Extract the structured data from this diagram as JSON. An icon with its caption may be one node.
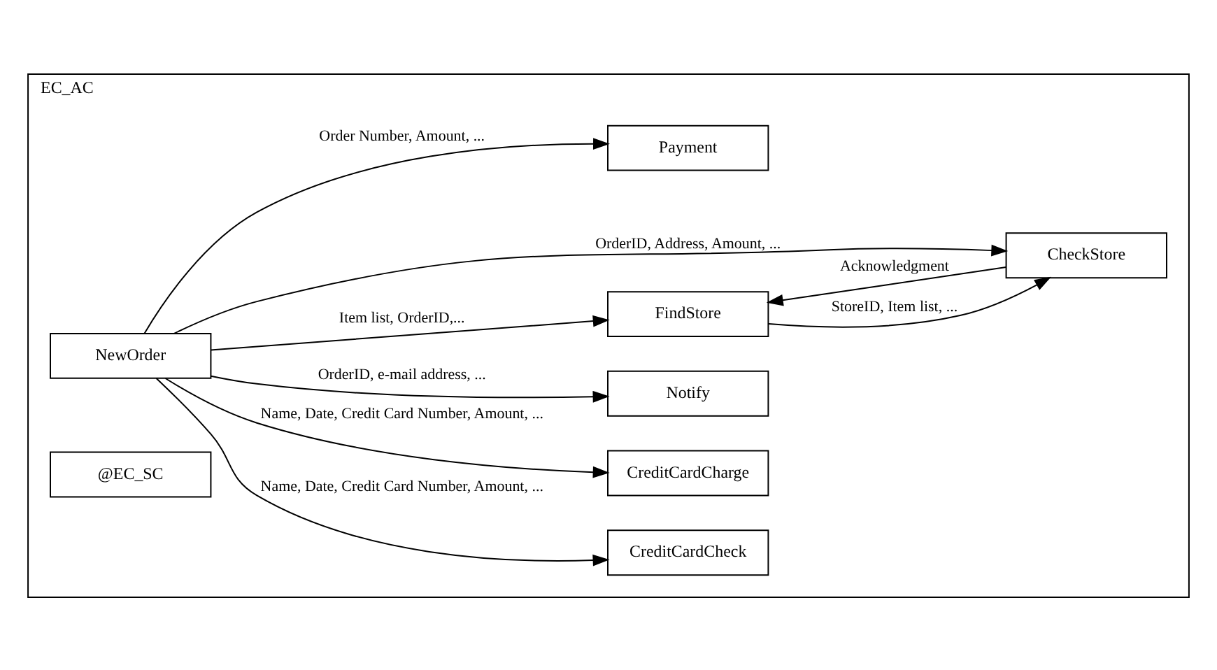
{
  "diagram": {
    "nodes": [
      {
        "text": [
          "EC_AC"
        ]
      },
      {
        "text": [
          "NewOrder"
        ],
        "in": 0
      },
      {
        "text": [
          "CreditCardCheck"
        ],
        "in": 0
      },
      {
        "text": [
          "CreditCardCharge"
        ],
        "in": 0
      },
      {
        "text": [
          "Notify"
        ],
        "in": 0
      },
      {
        "text": [
          "FindStore"
        ],
        "in": 0
      },
      {
        "text": [
          "CheckStore"
        ],
        "in": 0
      },
      {
        "text": [
          "Payment"
        ],
        "in": 0
      },
      {
        "text": [
          "@EC_SC"
        ],
        "in": 0
      }
    ],
    "edges": [
      {
        "from": 1,
        "to": 2,
        "arrow": "to",
        "label": "Name, Date, Credit Card Number, Amount, ..."
      },
      {
        "from": 1,
        "to": 3,
        "arrow": "to",
        "label": "Name, Date, Credit Card Number, Amount, ..."
      },
      {
        "from": 1,
        "to": 4,
        "arrow": "to",
        "label": "OrderID, e-mail address, ..."
      },
      {
        "from": 1,
        "to": 6,
        "arrow": "to",
        "label": "OrderID, Address, Amount, ..."
      },
      {
        "from": 1,
        "to": 5,
        "arrow": "to",
        "label": "Item list, OrderID,..."
      },
      {
        "from": 5,
        "to": 6,
        "arrow": "to",
        "label": "StoreID, Item list, ..."
      },
      {
        "from": 6,
        "to": 5,
        "arrow": "to",
        "label": "Acknowledgment"
      },
      {
        "from": 1,
        "to": 7,
        "arrow": "to",
        "label": "Order Number, Amount, ..."
      }
    ]
  }
}
